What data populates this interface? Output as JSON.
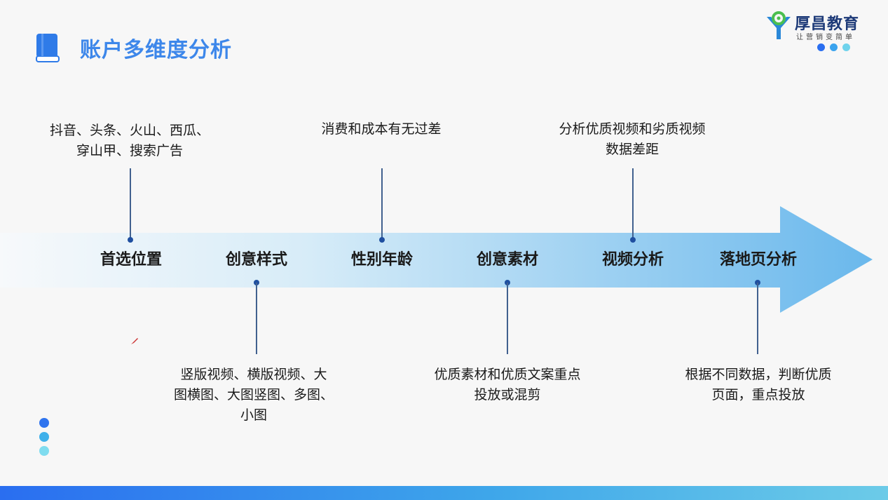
{
  "header": {
    "title": "账户多维度分析",
    "title_color": "#3d87ea",
    "icon": "book-icon"
  },
  "logo": {
    "name": "厚昌教育",
    "slogan": "让营销变简单",
    "dot_colors": [
      "#2a6ef0",
      "#3aa3ee",
      "#6fd3ec"
    ]
  },
  "timeline": {
    "arrow_color_start": "#f3f8fc",
    "arrow_color_end": "#6ab8ec",
    "nodes": [
      {
        "label": "首选位置",
        "position": "top",
        "desc": [
          "抖音、头条、火山、西瓜、",
          "穿山甲、搜索广告"
        ]
      },
      {
        "label": "创意样式",
        "position": "bottom",
        "desc": [
          "竖版视频、横版视频、大",
          "图横图、大图竖图、多图、",
          "小图"
        ]
      },
      {
        "label": "性别年龄",
        "position": "top",
        "desc": [
          "消费和成本有无过差"
        ]
      },
      {
        "label": "创意素材",
        "position": "bottom",
        "desc": [
          "优质素材和优质文案重点",
          "投放或混剪"
        ]
      },
      {
        "label": "视频分析",
        "position": "top",
        "desc": [
          "分析优质视频和劣质视频",
          "数据差距"
        ]
      },
      {
        "label": "落地页分析",
        "position": "bottom",
        "desc": [
          "根据不同数据，判断优质",
          "页面，重点投放"
        ]
      }
    ]
  },
  "decor": {
    "side_dot_colors": [
      "#2f74ee",
      "#3fb0ea",
      "#7fdcef"
    ]
  }
}
